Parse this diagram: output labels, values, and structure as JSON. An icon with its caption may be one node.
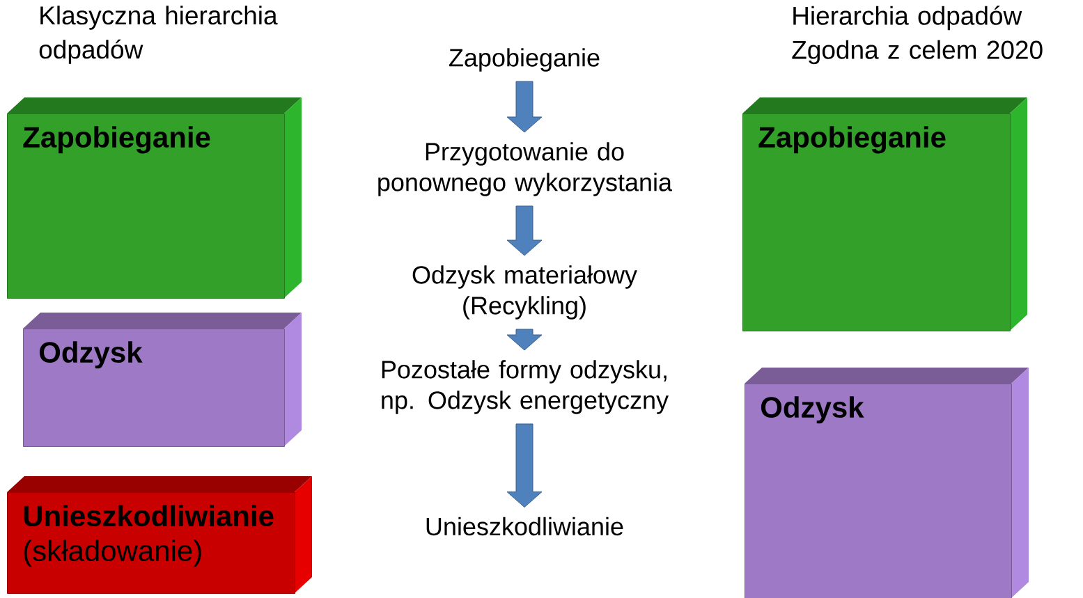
{
  "diagram": {
    "nodes": [
      {
        "text": [
          "Zapobieganie"
        ]
      },
      {
        "text": [
          "Odzysk"
        ]
      },
      {
        "text": [
          "Unieszkodliwianie",
          "(składowanie)"
        ]
      },
      {
        "text": [
          "Zapobieganie"
        ]
      },
      {
        "text": [
          "Przygotowanie do ponownego wykorzystania"
        ]
      },
      {
        "text": [
          "Odzysk materiałowy (Recykling)"
        ]
      },
      {
        "text": [
          "Pozostałe formy odzysku, np. Odzysk energetyczny"
        ]
      },
      {
        "text": [
          "Unieszkodliwianie"
        ]
      },
      {
        "text": [
          "Zapobieganie"
        ]
      },
      {
        "text": [
          "Odzysk"
        ]
      }
    ],
    "edges": [
      {
        "from": 3,
        "to": 4,
        "arrow": "to"
      },
      {
        "from": 4,
        "to": 5,
        "arrow": "to"
      },
      {
        "from": 5,
        "to": 6,
        "arrow": "to"
      },
      {
        "from": 6,
        "to": 7,
        "arrow": "to"
      }
    ],
    "labels": [
      "Klasyczna hierarchia odpadów",
      "Hierarchia odpadów Zgodna z celem 2020"
    ]
  }
}
